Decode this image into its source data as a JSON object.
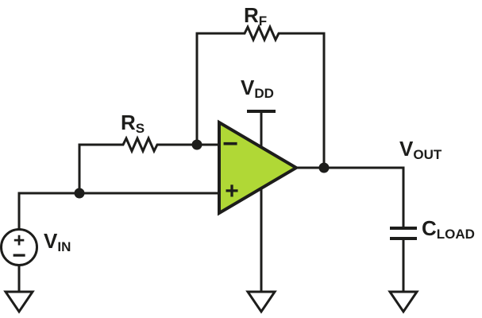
{
  "diagram": {
    "type": "circuit-schematic",
    "description": "Op amp with feedback resistor driving a capacitive load",
    "colors": {
      "background": "#ffffff",
      "line": "#1d1d1b",
      "opamp_fill": "#b0d836",
      "ground_fill": "#ffffff"
    },
    "components": {
      "feedback_resistor": {
        "label_main": "R",
        "label_sub": "F"
      },
      "series_resistor": {
        "label_main": "R",
        "label_sub": "S"
      },
      "supply": {
        "label_main": "V",
        "label_sub": "DD"
      },
      "input_source": {
        "label_main": "V",
        "label_sub": "IN",
        "plus_sign": "+",
        "minus_sign": "−"
      },
      "output": {
        "label_main": "V",
        "label_sub": "OUT"
      },
      "load_capacitor": {
        "label_main": "C",
        "label_sub": "LOAD"
      },
      "opamp": {
        "inverting_sign": "−",
        "noninverting_sign": "+"
      }
    }
  }
}
